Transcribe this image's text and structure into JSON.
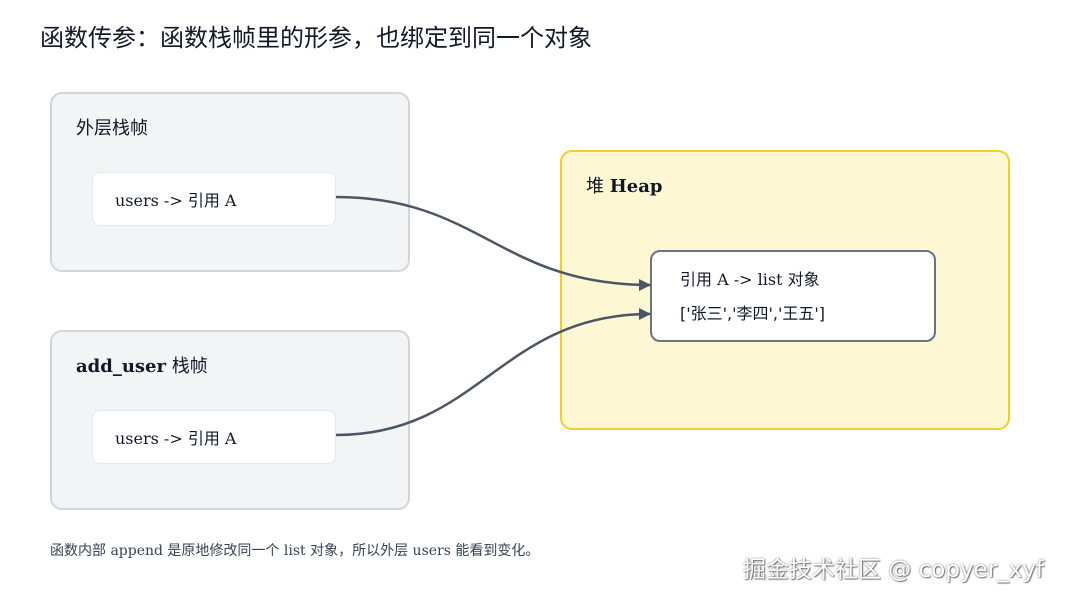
{
  "title": "函数传参：函数栈帧里的形参，也绑定到同一个对象",
  "outer_frame": {
    "label": "外层栈帧",
    "var": "users -> 引用 A"
  },
  "add_user_frame": {
    "label_bold": "add_user",
    "label_rest": " 栈帧",
    "var": "users -> 引用 A"
  },
  "heap": {
    "label_prefix": "堆 ",
    "label_bold": "Heap",
    "object_line1": "引用 A -> list 对象",
    "object_line2": "['张三','李四','王五']"
  },
  "caption": "函数内部 append 是原地修改同一个 list 对象，所以外层 users 能看到变化。",
  "watermark": "掘金技术社区 @ copyer_xyf",
  "colors": {
    "frame_bg": "#f3f4f6",
    "frame_border": "#d1d5db",
    "heap_bg": "#fef7d3",
    "heap_border": "#f2cd2c",
    "arrow": "#4b5563"
  }
}
